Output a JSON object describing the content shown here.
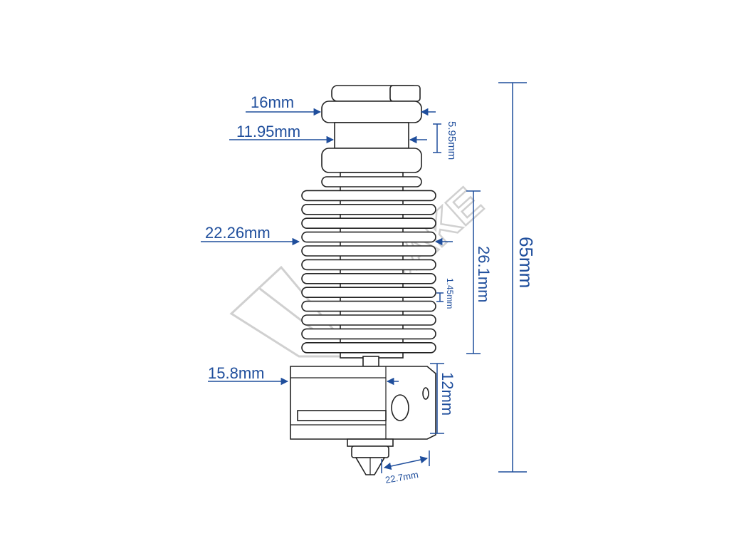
{
  "diagram": {
    "watermark": "3DJAKE",
    "colors": {
      "dimension": "#1f4e9c",
      "outline": "#222222",
      "watermark": "#d0d0d0",
      "background": "#ffffff"
    },
    "dimensions": {
      "top_diameter": "16mm",
      "groove_diameter": "11.95mm",
      "groove_height": "5.95mm",
      "fin_diameter": "22.26mm",
      "fin_stack_height": "26.1mm",
      "fin_gap": "1.45mm",
      "total_height": "65mm",
      "block_width": "15.8mm",
      "block_height": "12mm",
      "block_length": "22.7mm"
    }
  }
}
